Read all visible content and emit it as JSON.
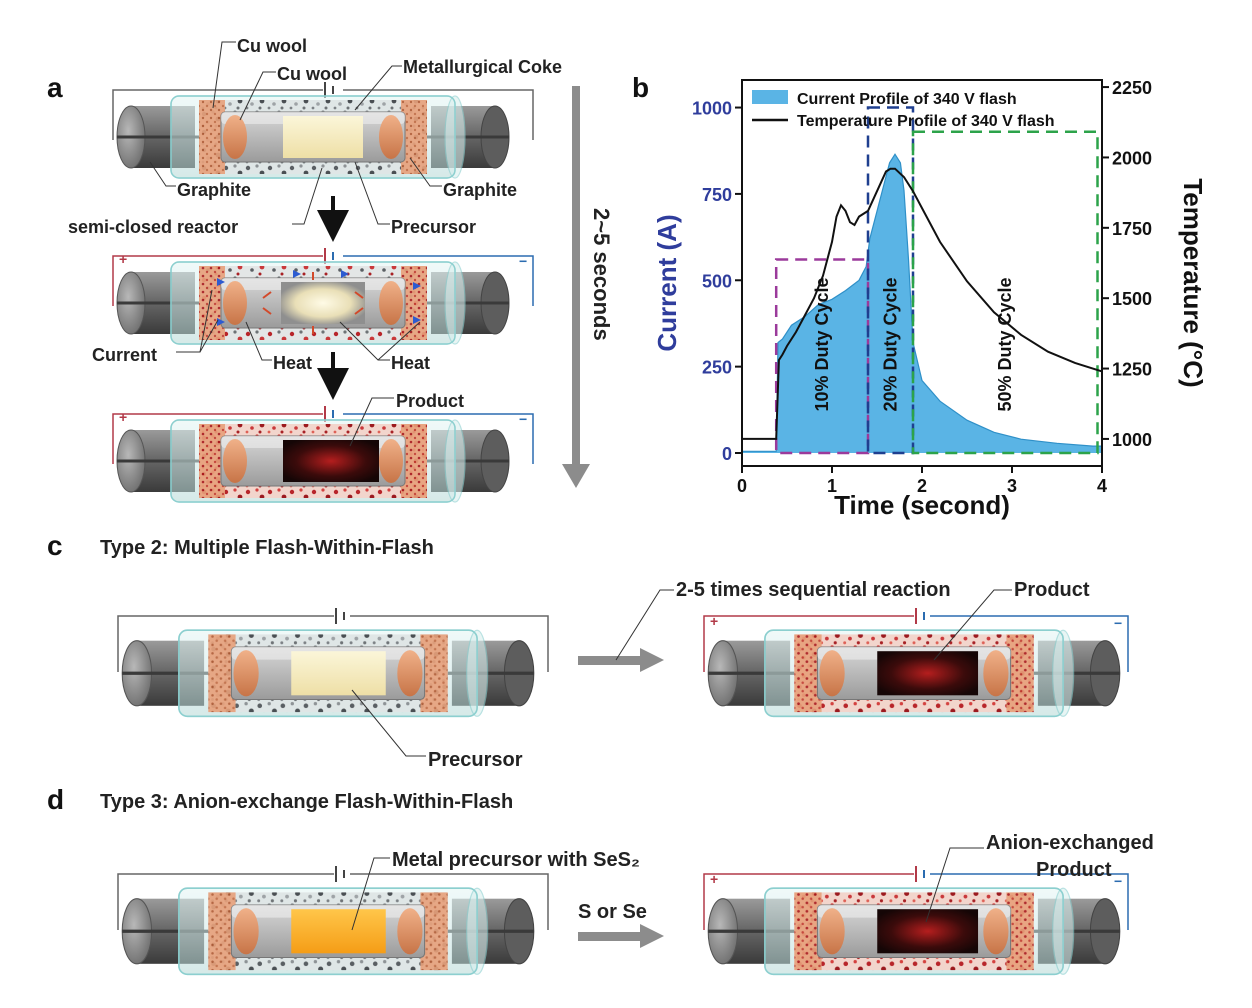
{
  "panels": {
    "a": "a",
    "b": "b",
    "c": "c",
    "d": "d"
  },
  "panel_a": {
    "cu_wool_1": "Cu wool",
    "cu_wool_2": "Cu wool",
    "coke": "Metallurgical Coke",
    "graphite_left": "Graphite",
    "graphite_right": "Graphite",
    "reactor": "semi-closed reactor",
    "precursor": "Precursor",
    "current": "Current",
    "heat_1": "Heat",
    "heat_2": "Heat",
    "product": "Product",
    "time_span": "2~5 seconds",
    "plus": "+",
    "minus": "−"
  },
  "panel_c": {
    "title": "Type 2: Multiple Flash-Within-Flash",
    "sequential": "2-5 times sequential reaction",
    "product": "Product",
    "precursor": "Precursor"
  },
  "panel_d": {
    "title": "Type 3: Anion-exchange Flash-Within-Flash",
    "metal_precursor": "Metal precursor with SeS₂",
    "arrow_label": "S or Se",
    "product_line1": "Anion-exchanged",
    "product_line2": "Product"
  },
  "chart_data": {
    "type": "line",
    "xlabel": "Time (second)",
    "ylabel_left": "Current (A)",
    "ylabel_right": "Temperature (°C)",
    "xlim": [
      0,
      4
    ],
    "ylim_left": [
      0,
      1100
    ],
    "ylim_right": [
      950,
      2300
    ],
    "x_ticks": [
      0,
      1,
      2,
      3,
      4
    ],
    "y_left_ticks": [
      0,
      250,
      500,
      750,
      1000
    ],
    "y_right_ticks": [
      1000,
      1250,
      1500,
      1750,
      2000,
      2250
    ],
    "legend_position": "top",
    "series": [
      {
        "name": "Current Profile of 340 V flash",
        "axis": "left",
        "color": "#5ab4e5",
        "style": "area",
        "x": [
          0,
          0.38,
          0.4,
          0.45,
          0.55,
          0.7,
          0.85,
          1.0,
          1.15,
          1.3,
          1.38,
          1.42,
          1.5,
          1.58,
          1.64,
          1.7,
          1.76,
          1.8,
          1.85,
          1.9,
          2.0,
          2.2,
          2.5,
          2.8,
          3.1,
          3.5,
          3.9,
          4.0
        ],
        "y": [
          5,
          5,
          320,
          330,
          370,
          395,
          430,
          445,
          470,
          500,
          540,
          620,
          700,
          780,
          840,
          865,
          840,
          760,
          560,
          320,
          210,
          150,
          95,
          60,
          40,
          28,
          20,
          20
        ]
      },
      {
        "name": "Temperature Profile of 340 V flash",
        "axis": "right",
        "color": "#111111",
        "style": "line",
        "x": [
          0,
          0.38,
          0.41,
          0.45,
          0.5,
          0.6,
          0.7,
          0.8,
          0.9,
          1.0,
          1.05,
          1.1,
          1.15,
          1.2,
          1.25,
          1.3,
          1.4,
          1.5,
          1.6,
          1.65,
          1.7,
          1.8,
          1.9,
          2.0,
          2.2,
          2.5,
          2.8,
          3.1,
          3.4,
          3.7,
          4.0
        ],
        "y": [
          1000,
          1000,
          1280,
          1300,
          1330,
          1380,
          1440,
          1500,
          1580,
          1700,
          1790,
          1830,
          1810,
          1770,
          1760,
          1790,
          1810,
          1880,
          1950,
          1960,
          1960,
          1930,
          1880,
          1820,
          1700,
          1560,
          1450,
          1370,
          1310,
          1270,
          1240
        ]
      }
    ],
    "annotations": [
      {
        "text": "10% Duty Cycle",
        "x0": 0.38,
        "x1": 1.4,
        "y0": 0,
        "y1": 560,
        "color": "#9b3a9b"
      },
      {
        "text": "20% Duty Cycle",
        "x0": 1.4,
        "x1": 1.9,
        "y0": 0,
        "y1": 1000,
        "color": "#1f3f8f"
      },
      {
        "text": "50% Duty Cycle",
        "x0": 1.9,
        "x1": 3.95,
        "y0": 0,
        "y1": 930,
        "color": "#2ca34a"
      }
    ]
  }
}
